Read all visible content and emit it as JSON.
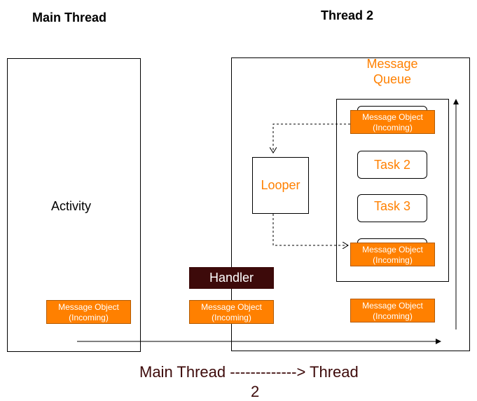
{
  "main_thread_label": "Main Thread",
  "thread2_label": "Thread 2",
  "activity_label": "Activity",
  "message_queue_label": "Message Queue",
  "looper_label": "Looper",
  "handler_label": "Handler",
  "tasks": [
    "Task 2",
    "Task 3"
  ],
  "message_object": {
    "line1": "Message Object",
    "line2": "(Incoming)"
  },
  "caption_line1": "Main Thread -------------> Thread",
  "caption_line2": "2",
  "colors": {
    "accent": "#ff8000",
    "handler_bg": "#3d0a0a",
    "caption": "#3d0a0a"
  }
}
